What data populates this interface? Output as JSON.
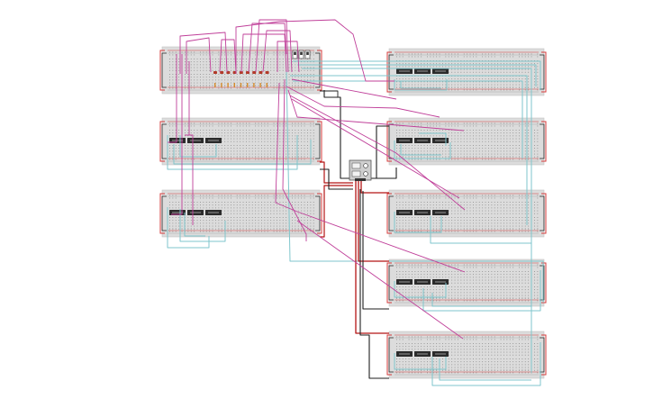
{
  "colors": {
    "board_bg": "#dcdcdc",
    "board_edge": "#c4c4c4",
    "hole": "#8e8e8e",
    "rail_red": "#d43a3a",
    "rail_black": "#202020",
    "wire_magenta": "#c0409a",
    "wire_cyan": "#7fc6cc",
    "wire_red": "#b41414",
    "wire_black": "#1e1e1e",
    "chip": "#2b2b2b",
    "chip_text": "#bfbfbf",
    "led": "#b23a2a",
    "resistor": "#d58a2a",
    "psu_body": "#cfcfcf"
  },
  "boards": [
    {
      "id": "top-left",
      "chips": 0,
      "leds": 9,
      "switches": 3
    },
    {
      "id": "mid-left",
      "chips": 3
    },
    {
      "id": "low-left",
      "chips": 3
    },
    {
      "id": "right-1",
      "chips": 3
    },
    {
      "id": "right-2",
      "chips": 3
    },
    {
      "id": "right-3",
      "chips": 3
    },
    {
      "id": "right-4",
      "chips": 3
    },
    {
      "id": "right-5",
      "chips": 3
    }
  ]
}
